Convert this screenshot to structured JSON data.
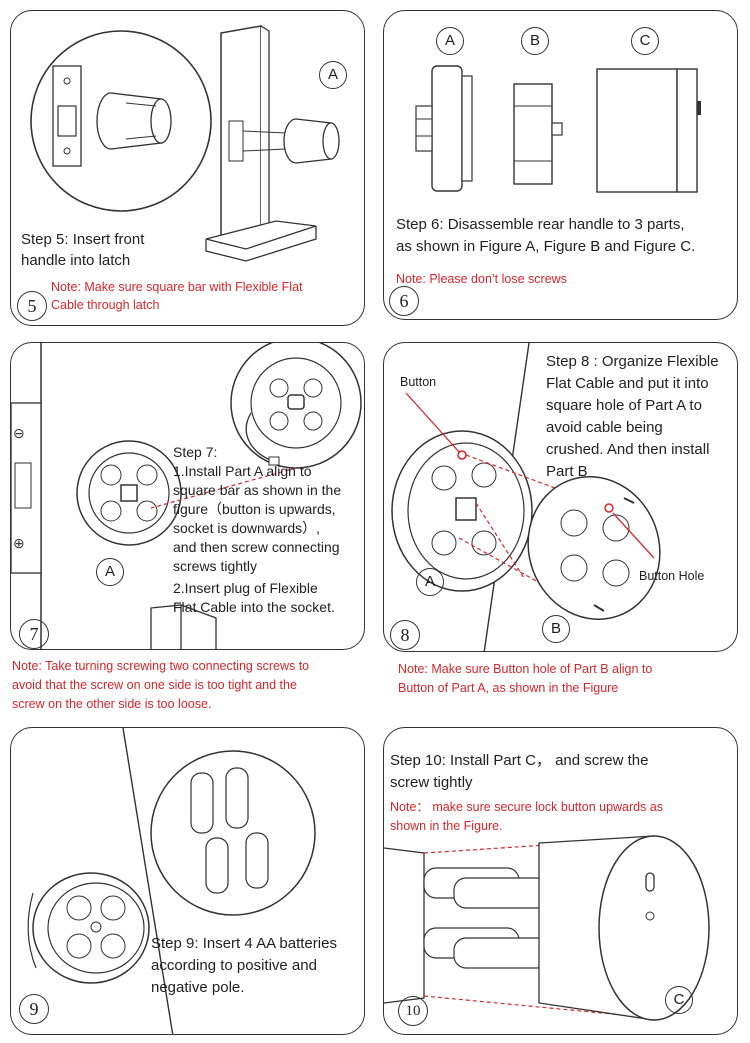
{
  "panel5": {
    "step": "Step 5: Insert front handle into latch",
    "step_line1": "Step 5: Insert front",
    "step_line2": "handle into latch",
    "note_line1": "Note: Make sure square bar with Flexible Flat",
    "note_line2": "Cable through latch",
    "number": "5",
    "figure_label": "A"
  },
  "panel6": {
    "fig_a": "A",
    "fig_b": "B",
    "fig_c": "C",
    "step_line1": "Step 6: Disassemble rear handle to 3 parts,",
    "step_line2": "as shown in Figure A, Figure B and Figure C.",
    "note": "Note: Please don’t lose screws",
    "number": "6"
  },
  "panel7": {
    "step_title": "Step 7:",
    "line1": "1.Install Part A align to",
    "line2": "square bar as shown in the",
    "line3": "figure（button is upwards,",
    "line4": "socket is downwards）,",
    "line5": "and then screw connecting",
    "line6": "screws tightly",
    "line7": "2.Insert plug of Flexible",
    "line8": "Flat Cable into the socket.",
    "figure_label": "A",
    "number": "7",
    "note_line1": "Note: Take turning screwing two connecting screws to",
    "note_line2": "avoid that the screw on one side is too tight and the",
    "note_line3": "screw on the other side is too loose."
  },
  "panel8": {
    "step_line1": "Step 8 : Organize Flexible",
    "step_line2": "Flat Cable and put it into",
    "step_line3": "square hole of Part A to",
    "step_line4": "avoid cable being",
    "step_line5": "crushed. And then install",
    "step_line6": "Part B",
    "button_label": "Button",
    "button_hole_label": "Button Hole",
    "fig_a": "A",
    "fig_b": "B",
    "number": "8",
    "note_line1": "Note: Make sure Button hole of Part B align to",
    "note_line2": "Button of Part A, as shown in the Figure"
  },
  "panel9": {
    "step_line1": "Step 9: Insert 4 AA batteries",
    "step_line2": "according to positive and",
    "step_line3": "negative pole.",
    "number": "9"
  },
  "panel10": {
    "step_line1": "Step 10: Install Part C， and screw the",
    "step_line2": "screw tightly",
    "note_line1": "Note： make sure secure lock button upwards as",
    "note_line2": "shown in the Figure.",
    "fig_c": "C",
    "number": "10"
  }
}
